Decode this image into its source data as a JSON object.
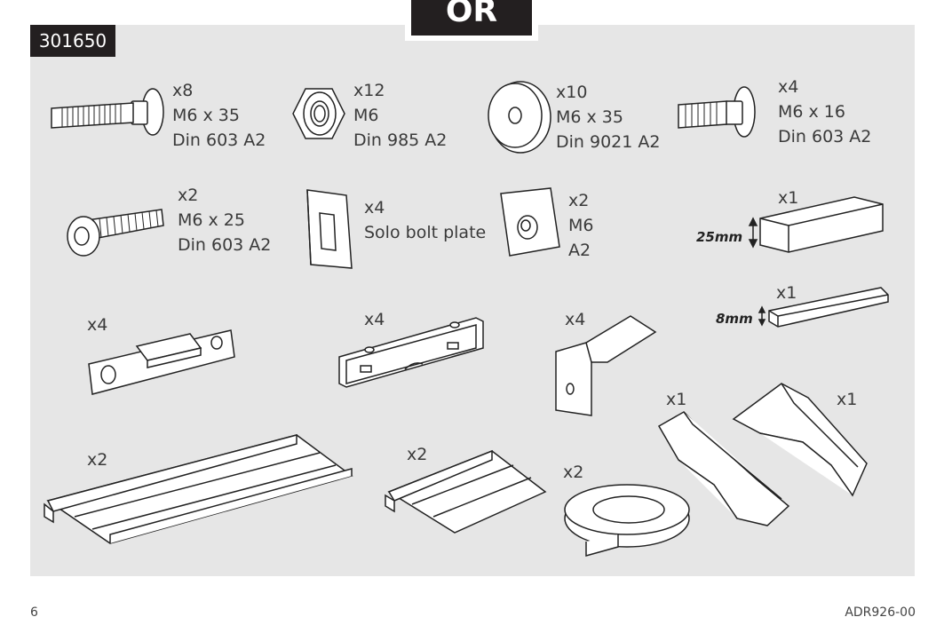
{
  "header": {
    "or_label": "OR",
    "part_code": "301650"
  },
  "parts": [
    {
      "id": "carriage-bolt-35",
      "qty": "x8",
      "size": "M6 x 35",
      "spec": "Din 603 A2"
    },
    {
      "id": "lock-nut",
      "qty": "x12",
      "size": "M6",
      "spec": "Din 985 A2"
    },
    {
      "id": "washer",
      "qty": "x10",
      "size": "M6 x 35",
      "spec": "Din 9021 A2"
    },
    {
      "id": "carriage-bolt-16",
      "qty": "x4",
      "size": "M6 x 16",
      "spec": "Din 603 A2"
    },
    {
      "id": "torx-bolt-25",
      "qty": "x2",
      "size": "M6 x 25",
      "spec": "Din 603 A2"
    },
    {
      "id": "solo-bolt-plate",
      "qty": "x4",
      "size": "Solo bolt plate"
    },
    {
      "id": "square-nut",
      "qty": "x2",
      "size": "M6",
      "spec": "A2"
    },
    {
      "id": "block-25mm",
      "qty": "x1",
      "dimension": "25mm"
    },
    {
      "id": "strip-8mm",
      "qty": "x1",
      "dimension": "8mm"
    },
    {
      "id": "flat-bracket",
      "qty": "x4"
    },
    {
      "id": "u-bracket",
      "qty": "x4"
    },
    {
      "id": "angle-bracket",
      "qty": "x4"
    },
    {
      "id": "end-cap-left",
      "qty": "x1"
    },
    {
      "id": "end-cap-right",
      "qty": "x1"
    },
    {
      "id": "long-rail",
      "qty": "x2"
    },
    {
      "id": "short-rail",
      "qty": "x2"
    },
    {
      "id": "rubber-strip-roll",
      "qty": "x2"
    }
  ],
  "footer": {
    "page_number": "6",
    "doc_code": "ADR926-00"
  }
}
